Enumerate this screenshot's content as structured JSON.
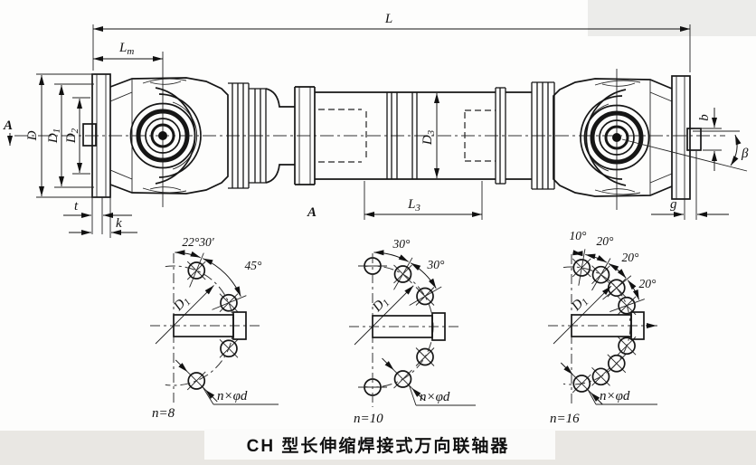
{
  "caption": "CH 型长伸缩焊接式万向联轴器",
  "main_drawing": {
    "dims": {
      "L": "L",
      "Lm": {
        "main": "L",
        "sub": "m"
      },
      "L3": {
        "main": "L",
        "sub": "3"
      },
      "D": "D",
      "D1": {
        "main": "D",
        "sub": "1"
      },
      "D2": {
        "main": "D",
        "sub": "2"
      },
      "D3": {
        "main": "D",
        "sub": "3"
      },
      "t": "t",
      "k": "k",
      "b": "b",
      "g": "g",
      "beta": "β",
      "section_arrow": "A",
      "view_label": "A"
    }
  },
  "bolt_circles": [
    {
      "count_label": "n=8",
      "angle_labels": [
        "22°30′",
        "45°"
      ],
      "holes_label": "n×φd",
      "d_label": {
        "main": "D",
        "sub": "1"
      },
      "hole_angles": [
        22.5,
        67.5,
        112.5,
        157.5
      ],
      "boundary_angles": [
        0,
        22.5,
        67.5
      ],
      "leader_angle": 157.5
    },
    {
      "count_label": "n=10",
      "angle_labels": [
        "30°",
        "30°"
      ],
      "holes_label": "n×φd",
      "d_label": {
        "main": "D",
        "sub": "1"
      },
      "hole_angles": [
        0,
        30,
        60,
        120,
        150,
        180
      ],
      "boundary_angles": [
        0,
        30,
        60
      ],
      "leader_angle": 150
    },
    {
      "count_label": "n=16",
      "angle_labels": [
        "10°",
        "20°",
        "20°",
        "20°"
      ],
      "holes_label": "n×φd",
      "d_label": {
        "main": "D",
        "sub": "1"
      },
      "hole_angles": [
        10,
        30,
        50,
        70,
        110,
        130,
        150,
        170
      ],
      "boundary_angles": [
        0,
        10,
        30,
        50,
        70
      ],
      "leader_angle": 170
    }
  ]
}
